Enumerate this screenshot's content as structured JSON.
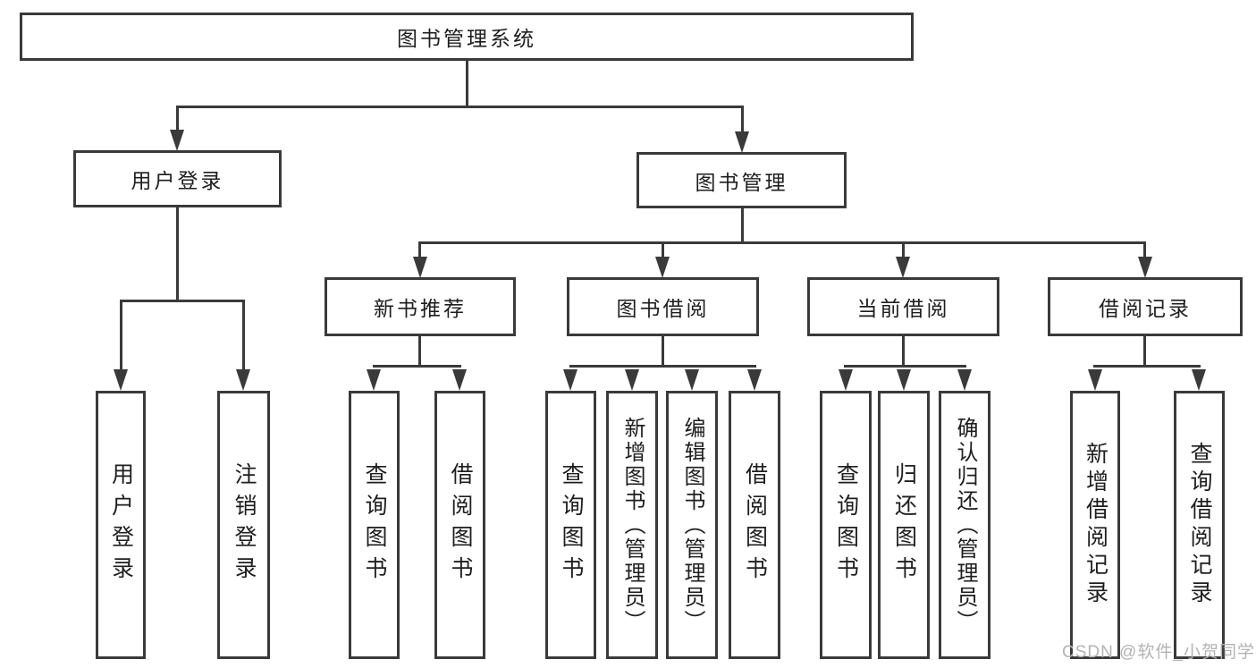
{
  "colors": {
    "line": "#3a3a3a",
    "text": "#1e1e1e",
    "box_background": "#ffffff",
    "watermark": "#b3b3b3"
  },
  "watermark": "CSDN @软件_小贺同学",
  "tree": {
    "root": "图书管理系统",
    "branches": [
      {
        "label": "用户登录",
        "children": [
          "用户登录",
          "注销登录"
        ]
      },
      {
        "label": "图书管理",
        "groups": [
          {
            "label": "新书推荐",
            "children": [
              "查询图书",
              "借阅图书"
            ]
          },
          {
            "label": "图书借阅",
            "children": [
              "查询图书",
              "新增图书（管理员）",
              "编辑图书（管理员）",
              "借阅图书"
            ]
          },
          {
            "label": "当前借阅",
            "children": [
              "查询图书",
              "归还图书",
              "确认归还（管理员）"
            ]
          },
          {
            "label": "借阅记录",
            "children": [
              "新增借阅记录",
              "查询借阅记录"
            ]
          }
        ]
      }
    ]
  }
}
